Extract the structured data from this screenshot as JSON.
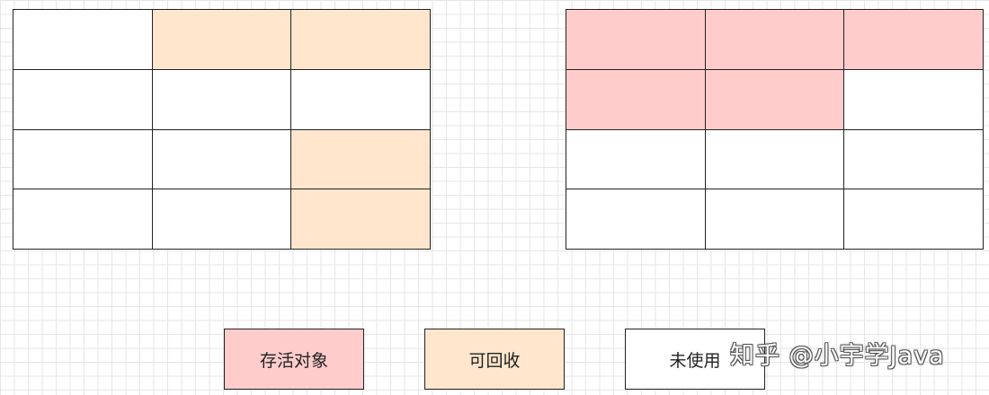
{
  "colors": {
    "live": "#ffcccc",
    "recyclable": "#ffe6cc",
    "unused": "#ffffff"
  },
  "left_grid": [
    [
      "unused",
      "recyclable",
      "recyclable"
    ],
    [
      "unused",
      "unused",
      "unused"
    ],
    [
      "unused",
      "unused",
      "recyclable"
    ],
    [
      "unused",
      "unused",
      "recyclable"
    ]
  ],
  "right_grid": [
    [
      "live",
      "live",
      "live"
    ],
    [
      "live",
      "live",
      "unused"
    ],
    [
      "unused",
      "unused",
      "unused"
    ],
    [
      "unused",
      "unused",
      "unused"
    ]
  ],
  "legend": {
    "live": "存活对象",
    "recyclable": "可回收",
    "unused": "未使用"
  },
  "watermark": "知乎 @小宇学Java"
}
